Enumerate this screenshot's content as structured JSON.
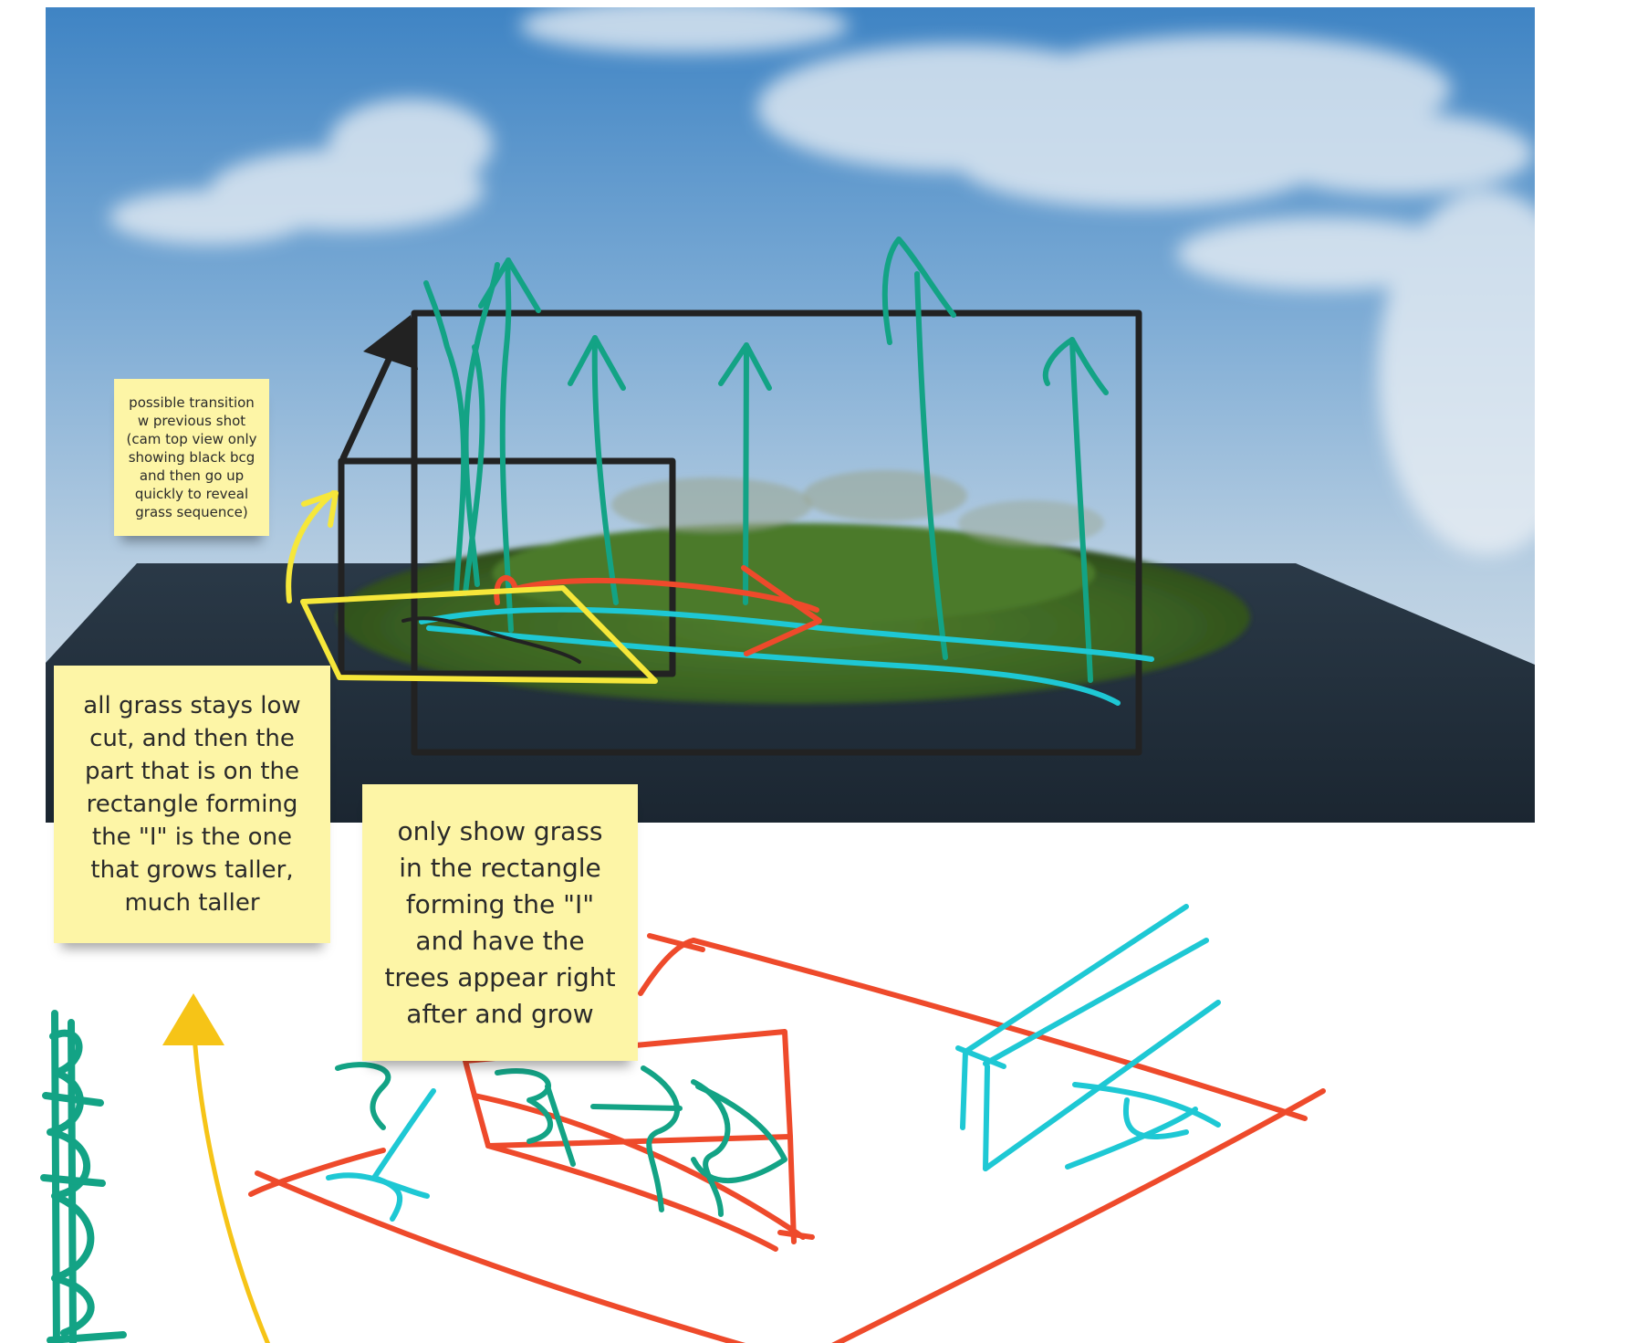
{
  "notes": {
    "transition": "possible transition w previous shot (cam top view only showing black bcg and then go up quickly to reveal grass sequence)",
    "low_cut": "all grass stays low cut, and then the part that is on the rectangle forming the \"I\" is the one that grows taller, much taller",
    "show_grass": "only show grass in the rectangle forming the \"I\" and have the trees appear right after and grow"
  },
  "colors": {
    "sticky_note": "#fdf5a6",
    "green_stroke": "#13a385",
    "cyan_stroke": "#1ec8d4",
    "red_stroke": "#ee4a2b",
    "yellow_stroke": "#f6e73a",
    "gold_arrow": "#f6c417",
    "black_stroke": "#222222",
    "sky_top": "#4d8fc9",
    "ground": "#23323f",
    "grass": "#3f6b24"
  }
}
